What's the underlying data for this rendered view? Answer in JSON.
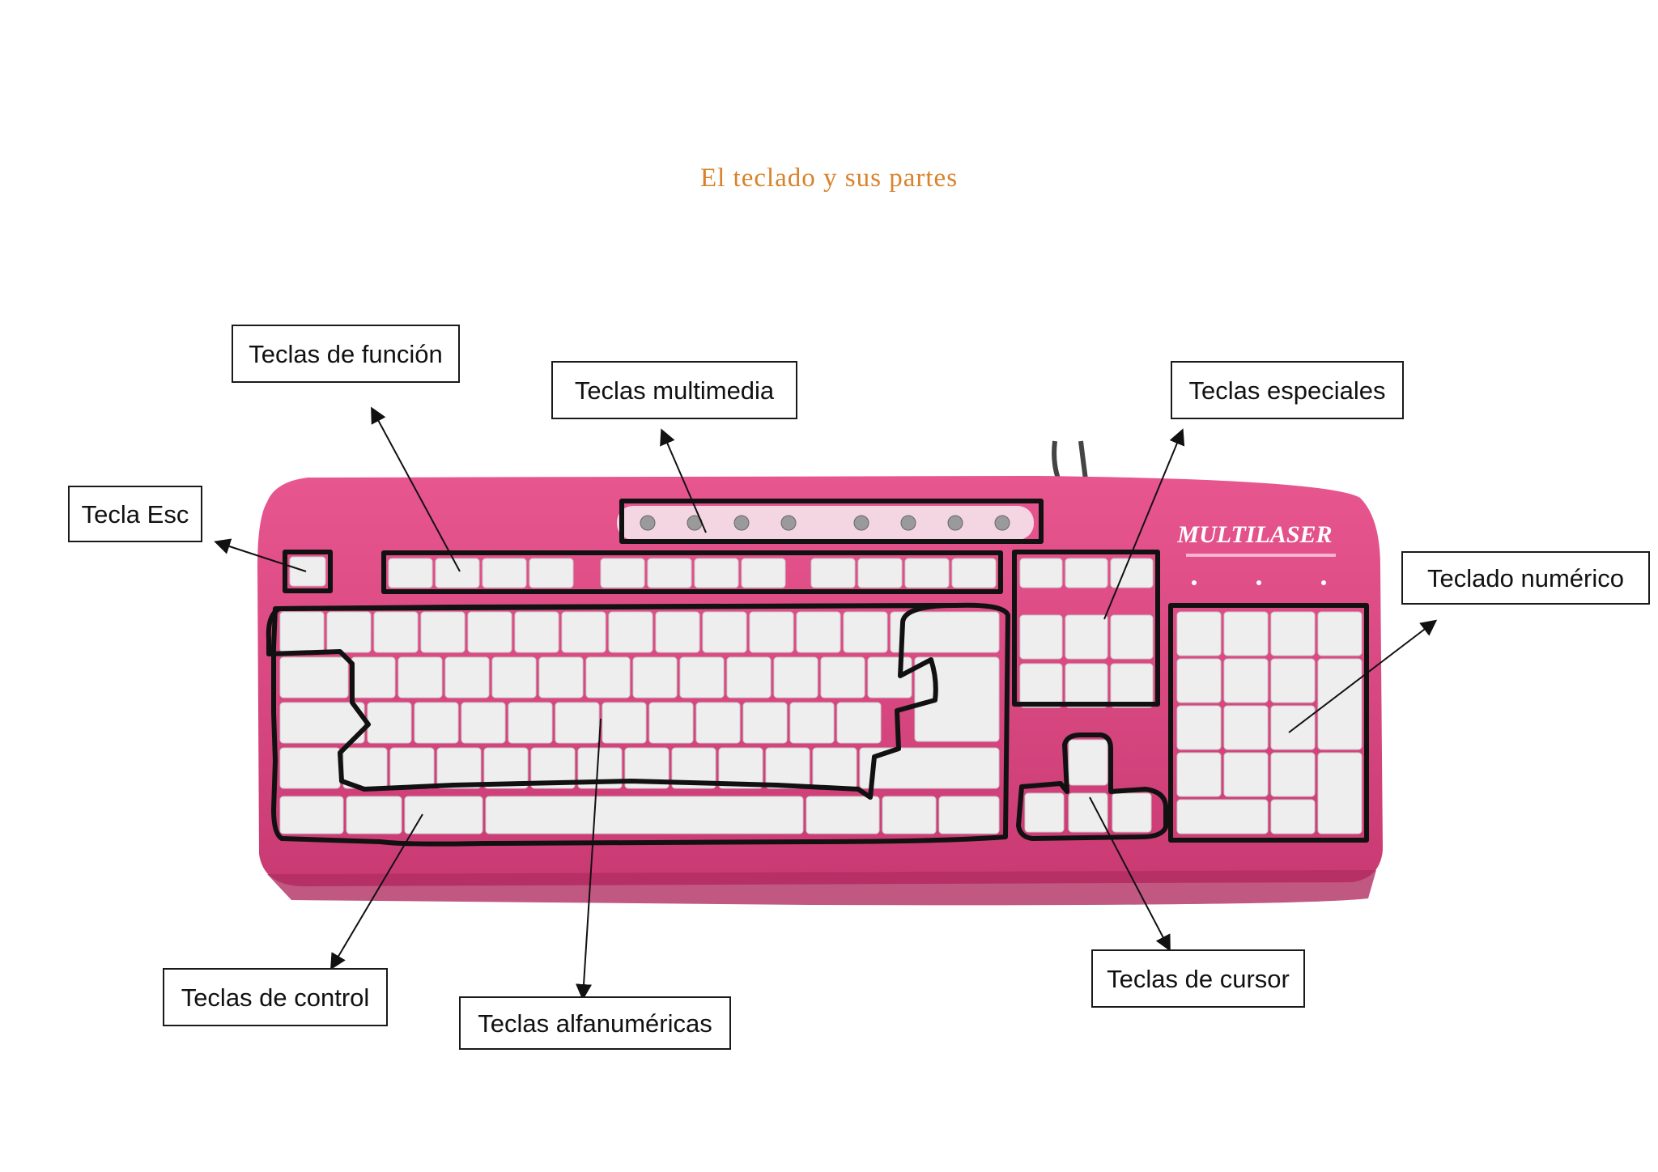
{
  "title": "El teclado y sus partes",
  "brand": "MULTILASER",
  "colors": {
    "title": "#d9822b",
    "keyboard_body": "#e8568f",
    "keyboard_body_dark": "#c93a73",
    "key": "#eeeeee",
    "outline": "#111111"
  },
  "labels": {
    "funcion": "Teclas de función",
    "multimedia": "Teclas multimedia",
    "especiales": "Teclas especiales",
    "esc": "Tecla Esc",
    "numerico": "Teclado numérico",
    "control": "Teclas de control",
    "alfanumericas": "Teclas alfanuméricas",
    "cursor": "Teclas de cursor"
  }
}
